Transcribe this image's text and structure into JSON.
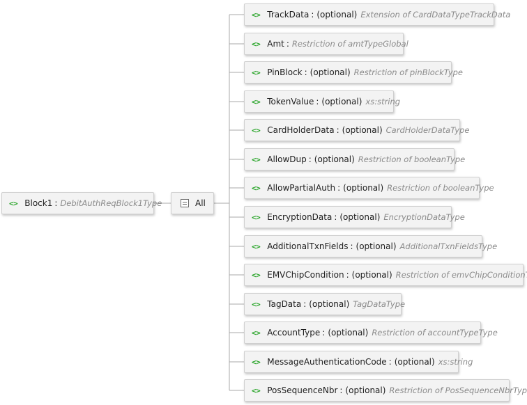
{
  "root": {
    "name": "Block1",
    "separator": ":",
    "type": "DebitAuthReqBlock1Type"
  },
  "compositor": {
    "label": "All"
  },
  "children": [
    {
      "name": "TrackData",
      "optional": "(optional)",
      "type": "Extension of CardDataTypeTrackData"
    },
    {
      "name": "Amt",
      "optional": "",
      "type": "Restriction of amtTypeGlobal"
    },
    {
      "name": "PinBlock",
      "optional": "(optional)",
      "type": "Restriction of pinBlockType"
    },
    {
      "name": "TokenValue",
      "optional": "(optional)",
      "type": "xs:string"
    },
    {
      "name": "CardHolderData",
      "optional": "(optional)",
      "type": "CardHolderDataType"
    },
    {
      "name": "AllowDup",
      "optional": "(optional)",
      "type": "Restriction of booleanType"
    },
    {
      "name": "AllowPartialAuth",
      "optional": "(optional)",
      "type": "Restriction of booleanType"
    },
    {
      "name": "EncryptionData",
      "optional": "(optional)",
      "type": "EncryptionDataType"
    },
    {
      "name": "AdditionalTxnFields",
      "optional": "(optional)",
      "type": "AdditionalTxnFieldsType"
    },
    {
      "name": "EMVChipCondition",
      "optional": "(optional)",
      "type": "Restriction of emvChipConditionType"
    },
    {
      "name": "TagData",
      "optional": "(optional)",
      "type": "TagDataType"
    },
    {
      "name": "AccountType",
      "optional": "(optional)",
      "type": "Restriction of accountTypeType"
    },
    {
      "name": "MessageAuthenticationCode",
      "optional": "(optional)",
      "type": "xs:string"
    },
    {
      "name": "PosSequenceNbr",
      "optional": "(optional)",
      "type": "Restriction of PosSequenceNbrType"
    }
  ],
  "icons": {
    "element": "element-icon",
    "compositor": "all-compositor-icon"
  },
  "colors": {
    "element_icon": "#2aa52a",
    "type_text": "#8a8a8a",
    "node_fill": "#f3f3f3",
    "node_border": "#cfcfcf",
    "connector": "#a8a8a8"
  }
}
